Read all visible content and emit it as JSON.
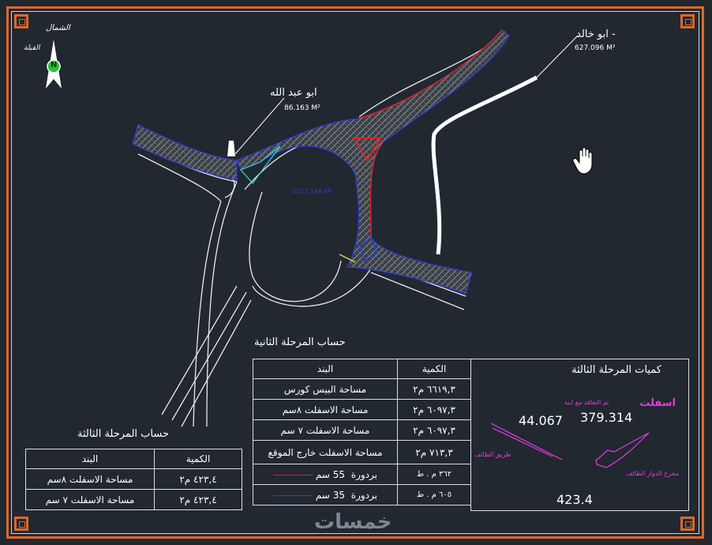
{
  "north": {
    "title": "الشمال",
    "subtitle": "القبلة",
    "letter": "N"
  },
  "labels": {
    "owner_1_name": "ابو عبد الله",
    "owner_1_area": "86.163 M²",
    "owner_2_name": "- ابو خالد",
    "owner_2_area": "627.096 M²",
    "center_area": "2223.186 M²"
  },
  "phase2": {
    "title": "حساب المرحلة الثانية",
    "headers": [
      "البند",
      "الكمية"
    ],
    "rows": [
      {
        "item": "مساحة البيس كورس",
        "qty": "٦٦١٩,٣ م٢"
      },
      {
        "item": "مساحة الاسفلت ٨سم",
        "qty": "٦٠٩٧,٣ م٢"
      },
      {
        "item": "مساحة الاسفلت ٧ سم",
        "qty": "٦٠٩٧,٣ م٢"
      },
      {
        "item": "مساحة الاسفلت خارج الموقع",
        "qty": "٧١٣,٣ م٢"
      },
      {
        "item": "بردورة",
        "dim": "55 سم",
        "qty": "٣٦٢ م . ط",
        "color": "#e0202a"
      },
      {
        "item": "بردورة",
        "dim": "35 سم",
        "qty": "٦٠٥ م . ط",
        "color": "#2a3ae0"
      }
    ]
  },
  "phase3_table": {
    "title": "حساب المرحلة الثالثة",
    "headers": [
      "البند",
      "الكمية"
    ],
    "rows": [
      {
        "item": "مساحة الاسفلت ٨سم",
        "qty": "٤٢٣,٤ م٢"
      },
      {
        "item": "مساحة الاسفلت ٧ سم",
        "qty": "٤٢٣,٤ م٢"
      }
    ]
  },
  "phase3_panel": {
    "title": "كميات المرحلة الثالثة",
    "asphalt": "اسفلت",
    "note": "تم التعاقد مع ابنة",
    "value_a": "44.067",
    "value_b": "379.314",
    "total": "423.4",
    "road_label": "طريق الطائف",
    "exit_label": "مخرج الدوار الطائف"
  },
  "watermark": "خمسات",
  "colors": {
    "frame": "#e0662a",
    "background": "#212830",
    "magenta": "#e83adf",
    "red": "#e0202a",
    "blue": "#2a3ae0",
    "cyan": "#3ad8e0"
  },
  "icons": [
    "hand-cursor-icon",
    "north-arrow-icon"
  ]
}
